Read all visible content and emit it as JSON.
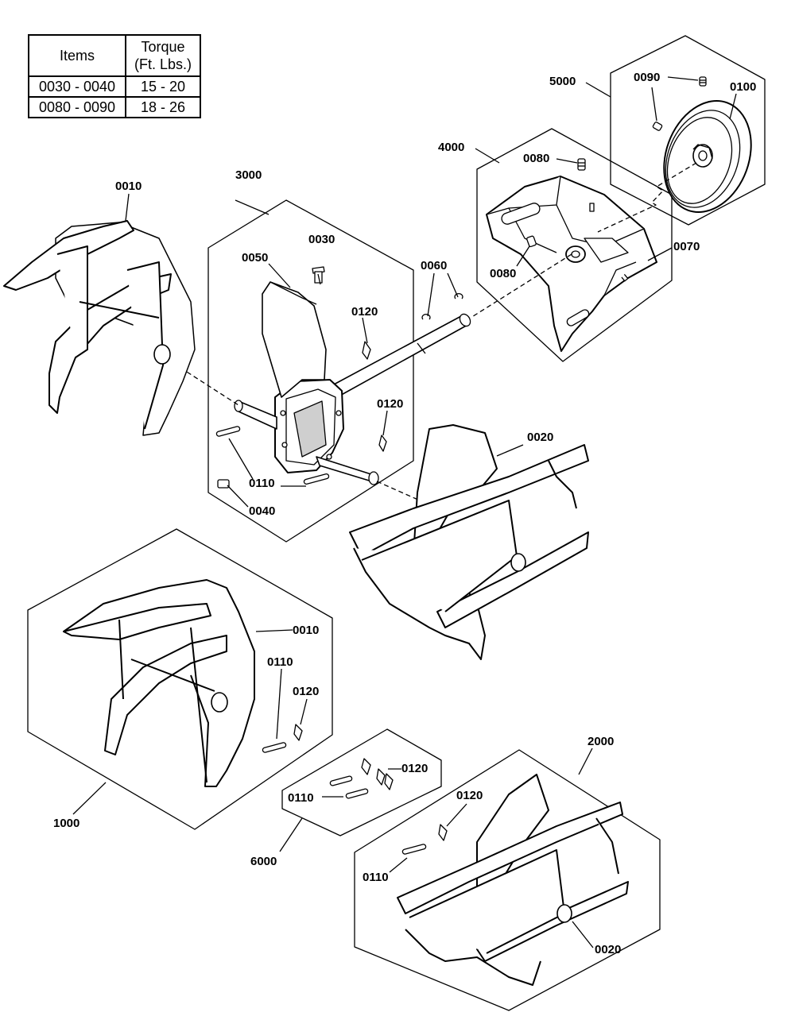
{
  "torque_table": {
    "header_items": "Items",
    "header_torque_line1": "Torque",
    "header_torque_line2": "(Ft. Lbs.)",
    "rows": [
      {
        "items": "0030 - 0040",
        "torque": "15 - 20"
      },
      {
        "items": "0080 - 0090",
        "torque": "18 - 26"
      }
    ]
  },
  "callouts": {
    "c5000": "5000",
    "c0090_top": "0090",
    "c0100": "0100",
    "c4000": "4000",
    "c0080_top": "0080",
    "c0070": "0070",
    "c0080_bottom": "0080",
    "c0010_top": "0010",
    "c3000": "3000",
    "c0030": "0030",
    "c0050": "0050",
    "c0060": "0060",
    "c0120_a": "0120",
    "c0120_b": "0120",
    "c0110_a": "0110",
    "c0040": "0040",
    "c0020_a": "0020",
    "c0010_b": "0010",
    "c0110_b": "0110",
    "c0120_c": "0120",
    "c1000": "1000",
    "c0120_d": "0120",
    "c0110_c": "0110",
    "c6000": "6000",
    "c2000": "2000",
    "c0120_e": "0120",
    "c0110_d": "0110",
    "c0020_b": "0020"
  },
  "colors": {
    "line": "#000000",
    "background": "#ffffff",
    "part_fill": "#ffffff",
    "shade": "#cfcfcf"
  }
}
